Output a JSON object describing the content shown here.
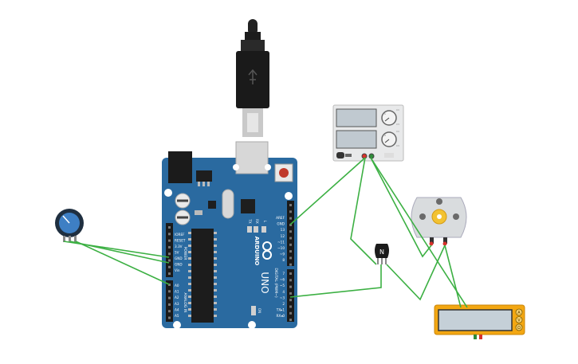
{
  "canvas": {
    "background": "#ffffff",
    "wire_color": "#3cb043"
  },
  "arduino": {
    "board_color": "#2a6aa0",
    "logo": "ARDUINO",
    "model": "UNO",
    "reset_label": "RESET",
    "power_section_label": "POWER",
    "analog_section_label": "ANALOG IN",
    "digital_section_label": "DIGITAL (PWM~)",
    "power_pins": [
      "IOREF",
      "RESET",
      "3.3V",
      "5V",
      "GND",
      "GND",
      "Vin"
    ],
    "analog_pins": [
      "A0",
      "A1",
      "A2",
      "A3",
      "A4",
      "A5"
    ],
    "top_header_labels": [
      "AREF",
      "GND",
      "13",
      "12",
      "~11",
      "~10",
      "~9",
      "8"
    ],
    "bottom_header_labels": [
      "7",
      "~6",
      "~5",
      "4",
      "~3",
      "2",
      "TX▸1",
      "RX◂0"
    ],
    "led_labels": {
      "tx": "TX",
      "rx": "RX",
      "l": "L",
      "on": "ON"
    }
  },
  "power_supply": {
    "knob_labels": [
      "1",
      "2"
    ],
    "side_labels": [
      "CC",
      "CV",
      "CC",
      "CV"
    ],
    "terminal_colors": [
      "#d8322b",
      "#2f8a3a"
    ]
  },
  "transistor": {
    "label": "N"
  },
  "motor": {
    "shaft_color": "#f2c232",
    "body_color": "#d9dcde"
  },
  "multimeter": {
    "mode_labels": [
      "A",
      "V",
      "Ω"
    ],
    "case_color": "#f3a712",
    "display_color": "#c5d0d8"
  },
  "potentiometer": {
    "knob_color": "#3e7fc4"
  }
}
